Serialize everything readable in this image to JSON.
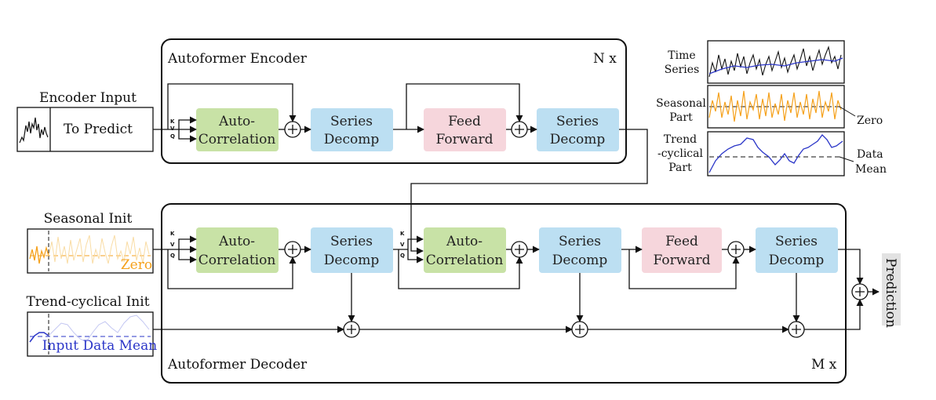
{
  "encoder": {
    "title": "Autoformer Encoder",
    "repeat": "N x",
    "autocorr": [
      "Auto-",
      "Correlation"
    ],
    "decomp1": [
      "Series",
      "Decomp"
    ],
    "feed": [
      "Feed",
      "Forward"
    ],
    "decomp2": [
      "Series",
      "Decomp"
    ]
  },
  "decoder": {
    "title": "Autoformer Decoder",
    "repeat": "M x",
    "autocorr1": [
      "Auto-",
      "Correlation"
    ],
    "decomp1": [
      "Series",
      "Decomp"
    ],
    "autocorr2": [
      "Auto-",
      "Correlation"
    ],
    "decomp2": [
      "Series",
      "Decomp"
    ],
    "feed": [
      "Feed",
      "Forward"
    ],
    "decomp3": [
      "Series",
      "Decomp"
    ]
  },
  "inputs": {
    "encoder_input": "Encoder Input",
    "to_predict": "To Predict",
    "seasonal_init": "Seasonal Init",
    "zero": "Zero",
    "trend_init": "Trend-cyclical Init",
    "input_data_mean": "Input Data Mean"
  },
  "legend": {
    "time_series": [
      "Time",
      "Series"
    ],
    "seasonal_part": [
      "Seasonal",
      "Part"
    ],
    "zero": "Zero",
    "trend_part": [
      "Trend",
      "-cyclical",
      "Part"
    ],
    "data_mean": [
      "Data",
      "Mean"
    ]
  },
  "kvq": [
    "K",
    "V",
    "Q"
  ],
  "output": "Prediction",
  "colors": {
    "autocorr": "#c8e2a6",
    "decomp": "#bcdff2",
    "feed": "#f6d6dc",
    "seasonal": "#f5a11c",
    "trend": "#2a35c8",
    "pred_bg": "#e2e2e2"
  }
}
